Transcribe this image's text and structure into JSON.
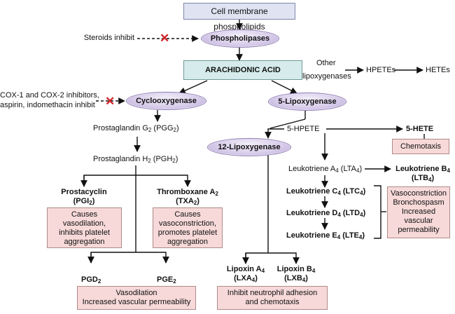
{
  "nodes": {
    "membrane": "Cell membrane phospholipids",
    "phospholipases": "Phospholipases",
    "steroids": "Steroids inhibit",
    "aa": "ARACHIDONIC ACID",
    "other_lipox_1": "Other",
    "other_lipox_2": "lipoxygenases",
    "hpetes": "HPETEs",
    "hetes": "HETEs",
    "cox_inhib_1": "COX-1 and COX-2 inhibitors,",
    "cox_inhib_2": "aspirin, indomethacin inhibit",
    "cyclooxygenase": "Cyclooxygenase",
    "lipox5": "5-Lipoxygenase",
    "lipox12": "12-Lipoxygenase",
    "pgg2": {
      "pre": "Prostaglandin G",
      "s1": "2",
      "mid": " (PGG",
      "s2": "2",
      "post": ")"
    },
    "pgh2": {
      "pre": "Prostaglandin H",
      "s1": "2",
      "mid": " (PGH",
      "s2": "2",
      "post": ")"
    },
    "hpete5": "5-HPETE",
    "hete5": "5-HETE",
    "chemotaxis": "Chemotaxis",
    "lta4": {
      "pre": "Leukotriene A",
      "s1": "4",
      "mid": " (LTA",
      "s2": "4",
      "post": ")"
    },
    "ltb4": {
      "l1pre": "Leukotriene B",
      "s1": "4",
      "l2pre": "(LTB",
      "s2": "4",
      "post": ")"
    },
    "ltc4": {
      "pre": "Leukotriene C",
      "s1": "4",
      "mid": " (LTC",
      "s2": "4",
      "post": ")"
    },
    "ltd4": {
      "pre": "Leukotriene D",
      "s1": "4",
      "mid": " (LTD",
      "s2": "4",
      "post": ")"
    },
    "lte4": {
      "pre": "Leukotriene E",
      "s1": "4",
      "mid": " (LTE",
      "s2": "4",
      "post": ")"
    },
    "lt_effects": [
      "Vasoconstriction",
      "Bronchospasm",
      "Increased",
      "vascular",
      "permeability"
    ],
    "prostacyclin": {
      "name": "Prostacyclin",
      "abbr_pre": "(PGI",
      "abbr_sub": "2",
      "abbr_post": ")"
    },
    "prostacyclin_effects": [
      "Causes",
      "vasodilation,",
      "inhibits platelet",
      "aggregation"
    ],
    "thromboxane": {
      "name_pre": "Thromboxane A",
      "name_sub": "2",
      "abbr_pre": "(TXA",
      "abbr_sub": "2",
      "abbr_post": ")"
    },
    "thromboxane_effects": [
      "Causes",
      "vasoconstriction,",
      "promotes platelet",
      "aggregation"
    ],
    "pgd2": {
      "pre": "PGD",
      "sub": "2"
    },
    "pge2": {
      "pre": "PGE",
      "sub": "2"
    },
    "pg_effects": [
      "Vasodilation",
      "Increased vascular permeability"
    ],
    "lxa4": {
      "l1pre": "Lipoxin A",
      "s1": "4",
      "l2pre": "(LXA",
      "s2": "4",
      "post": ")"
    },
    "lxb4": {
      "l1pre": "Lipoxin B",
      "s1": "4",
      "l2pre": "(LXB",
      "s2": "4",
      "post": ")"
    },
    "lipoxin_effects": [
      "Inhibit neutrophil adhesion",
      "and chemotaxis"
    ]
  }
}
